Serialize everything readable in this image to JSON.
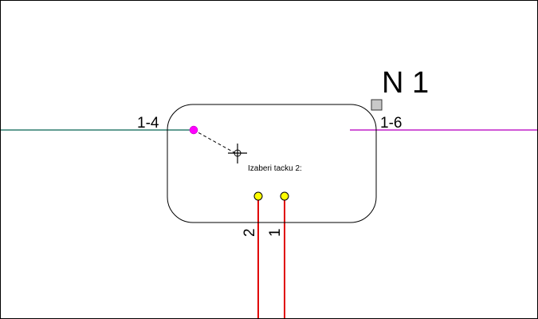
{
  "node": {
    "title": "N 1",
    "connector_marker": "grey-square"
  },
  "ports": {
    "left": "1-4",
    "right": "1-6",
    "bottom_a": "2",
    "bottom_b": "1"
  },
  "prompt": {
    "text": "Izaberi tacku 2:"
  },
  "colors": {
    "left_line": "#2e7d6e",
    "right_line": "#c020c8",
    "bottom_lines": "#e00000",
    "selected_point": "#ff00ff",
    "bottom_points": "#ffff00",
    "marker_fill": "#c8c8c8"
  },
  "icons": {
    "cursor": "crosshair-cursor-icon",
    "marker": "square-marker-icon"
  }
}
